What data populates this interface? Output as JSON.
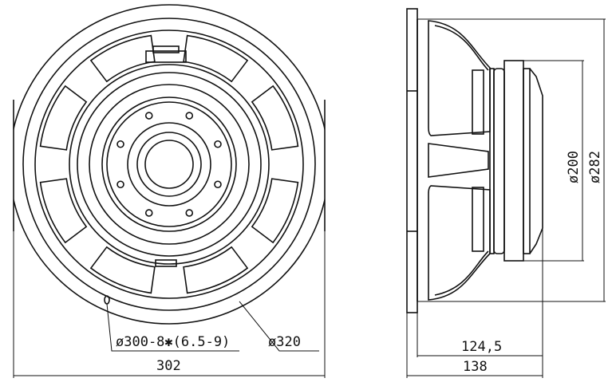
{
  "front_view": {
    "bolt_circle_label": "ø300-8✱(6.5-9)",
    "outer_diameter_label": "ø320",
    "width_label": "302"
  },
  "side_view": {
    "magnet_diameter_label": "ø200",
    "basket_diameter_label": "ø282",
    "mounting_depth_label": "124,5",
    "total_depth_label": "138"
  }
}
